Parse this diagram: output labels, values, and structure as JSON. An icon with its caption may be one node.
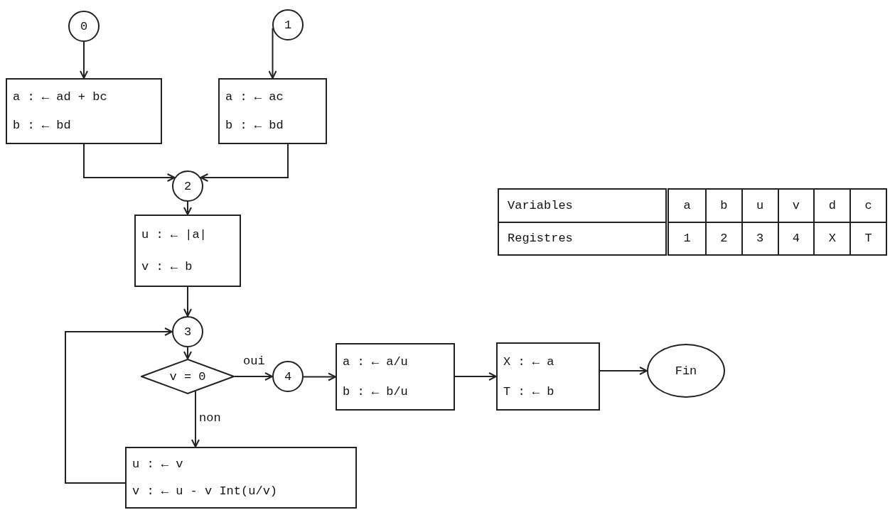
{
  "diagram": {
    "nodes": [
      {
        "text": [
          "0"
        ]
      },
      {
        "text": [
          "1"
        ]
      },
      {
        "text": [
          "a : ← ad + bc",
          "b : ← bd"
        ]
      },
      {
        "text": [
          "a : ← ac",
          "b : ← bd"
        ]
      },
      {
        "text": [
          "2"
        ]
      },
      {
        "text": [
          "u : ← |a|",
          "v : ← b"
        ]
      },
      {
        "text": [
          "3"
        ]
      },
      {
        "text": [
          "v = 0"
        ]
      },
      {
        "text": [
          "4"
        ]
      },
      {
        "text": [
          "a : ← a/u",
          "b : ← b/u"
        ]
      },
      {
        "text": [
          "X : ← a",
          "T : ← b"
        ]
      },
      {
        "text": [
          "Fin"
        ]
      },
      {
        "text": [
          "u : ← v",
          "v : ← u - v Int(u/v)"
        ]
      }
    ],
    "edges": [
      {
        "from": 0,
        "to": 2,
        "arrow": "to"
      },
      {
        "from": 1,
        "to": 3,
        "arrow": "to"
      },
      {
        "from": 2,
        "to": 4,
        "arrow": "to"
      },
      {
        "from": 3,
        "to": 4,
        "arrow": "to"
      },
      {
        "from": 4,
        "to": 5,
        "arrow": "to"
      },
      {
        "from": 5,
        "to": 6,
        "arrow": "to"
      },
      {
        "from": 6,
        "to": 7,
        "arrow": "to"
      },
      {
        "from": 7,
        "to": 8,
        "arrow": "to",
        "label": "oui"
      },
      {
        "from": 7,
        "to": 12,
        "arrow": "to",
        "label": "non"
      },
      {
        "from": 12,
        "to": 6,
        "arrow": "to"
      },
      {
        "from": 8,
        "to": 9,
        "arrow": "to"
      },
      {
        "from": 9,
        "to": 10,
        "arrow": "to"
      },
      {
        "from": 10,
        "to": 11,
        "arrow": "to"
      }
    ],
    "labels": [
      "Variables",
      "a",
      "b",
      "u",
      "v",
      "d",
      "c",
      "Registres",
      "1",
      "2",
      "3",
      "4",
      "X",
      "T"
    ]
  }
}
